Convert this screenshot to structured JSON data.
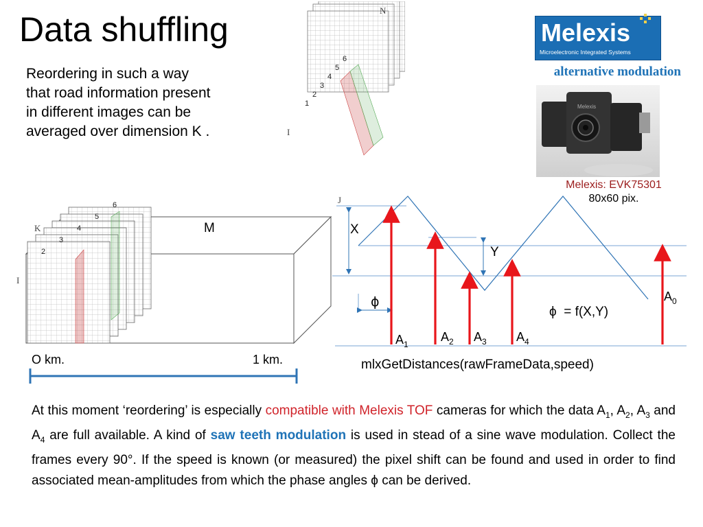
{
  "title": "Data shuffling",
  "intro": {
    "lines": [
      "Reordering in such a way",
      "that road information  present",
      "in different images can be",
      "averaged  over dimension K ."
    ]
  },
  "logo": {
    "word": "Melexis",
    "subtitle": "Microelectronic Integrated Systems"
  },
  "alt_modulation": "alternative modulation",
  "camera": {
    "brand_on_body": "Melexis",
    "model": "Melexis: EVK75301",
    "resolution": "80x60 pix."
  },
  "diagram_top": {
    "axis_n": "N",
    "axis_i": "I",
    "frame_numbers": [
      "1",
      "2",
      "3",
      "4",
      "5",
      "6"
    ]
  },
  "diagram_road": {
    "axis_k": "K",
    "axis_i": "I",
    "label_m": "M",
    "frame_numbers": [
      "2",
      "3",
      "4",
      "5",
      "6"
    ]
  },
  "scale": {
    "start": "O km.",
    "end": "1 km."
  },
  "wave": {
    "axis_j": "J",
    "label_x": "X",
    "label_y": "Y",
    "label_phi": "ϕ",
    "formula": "ϕ  = f(X,Y)",
    "arrows": [
      {
        "base": "A",
        "sub": "1"
      },
      {
        "base": "A",
        "sub": "2"
      },
      {
        "base": "A",
        "sub": "3"
      },
      {
        "base": "A",
        "sub": "4"
      },
      {
        "base": "A",
        "sub": "0"
      }
    ],
    "function_call": "mlxGetDistances(rawFrameData,speed)"
  },
  "paragraph": {
    "p1": "At this moment ‘reordering’ is especially ",
    "h1": "compatible with Melexis TOF",
    "p2": " cameras for which the data A",
    "s1": "1",
    "p3": ", A",
    "s2": "2",
    "p4": ", A",
    "s3": "3",
    "p5": " and A",
    "s4": "4",
    "p6": " are full available. A kind of ",
    "h2": "saw teeth modulation",
    "p7": " is used in stead of a sine wave modulation. Collect the frames every 90°. If the speed is known (or measured) the pixel shift can be found and used in order to find associated mean-amplitudes from which the phase angles  ϕ  can be derived."
  },
  "colors": {
    "arrow": "#e8161b",
    "wave": "#2f74b5",
    "blue_text": "#1f73b7",
    "red_text": "#d0232a",
    "logo_bg": "#1b6eb4"
  }
}
